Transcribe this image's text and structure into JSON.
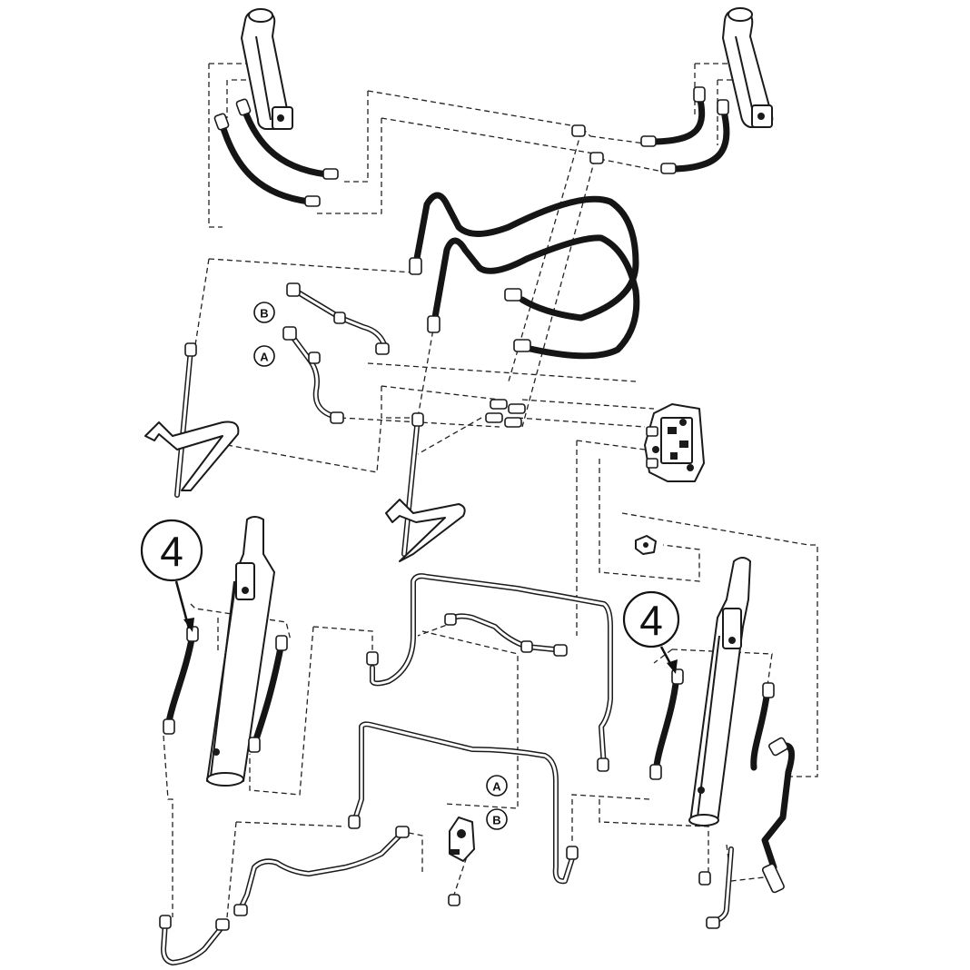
{
  "callouts": [
    {
      "id": "left-cylinder",
      "label": "4"
    },
    {
      "id": "right-cylinder",
      "label": "4"
    }
  ],
  "port_labels": {
    "upper_b": "B",
    "upper_a": "A",
    "lower_a": "A",
    "lower_b": "B"
  }
}
